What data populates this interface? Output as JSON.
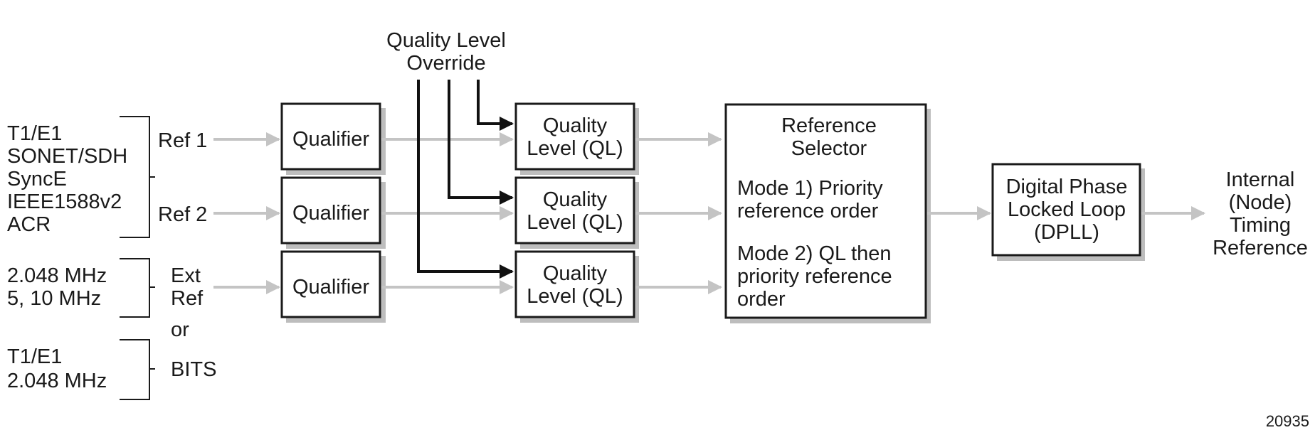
{
  "header": {
    "override": [
      "Quality Level",
      "Override"
    ]
  },
  "sources": {
    "group1": [
      "T1/E1",
      "SONET/SDH",
      "SyncE",
      "IEEE1588v2",
      "ACR"
    ],
    "group2": [
      "2.048 MHz",
      "5, 10 MHz"
    ],
    "group3": [
      "T1/E1",
      "2.048 MHz"
    ]
  },
  "refs": {
    "ref1": "Ref 1",
    "ref2": "Ref 2",
    "ext": [
      "Ext",
      "Ref"
    ],
    "or": "or",
    "bits": "BITS"
  },
  "qualifier_label": "Qualifier",
  "ql_label": [
    "Quality",
    "Level (QL)"
  ],
  "selector": {
    "title": [
      "Reference",
      "Selector"
    ],
    "mode1": [
      "Mode 1) Priority",
      "reference order"
    ],
    "mode2": [
      "Mode 2) QL then",
      "priority reference",
      "order"
    ]
  },
  "dpll": [
    "Digital Phase",
    "Locked Loop",
    "(DPLL)"
  ],
  "output": [
    "Internal",
    "(Node)",
    "Timing",
    "Reference"
  ],
  "figure_id": "20935",
  "colors": {
    "signal_arrow": "#c4c4c4",
    "override_arrow": "#111111",
    "box_shadow": "#bdbdbd"
  }
}
